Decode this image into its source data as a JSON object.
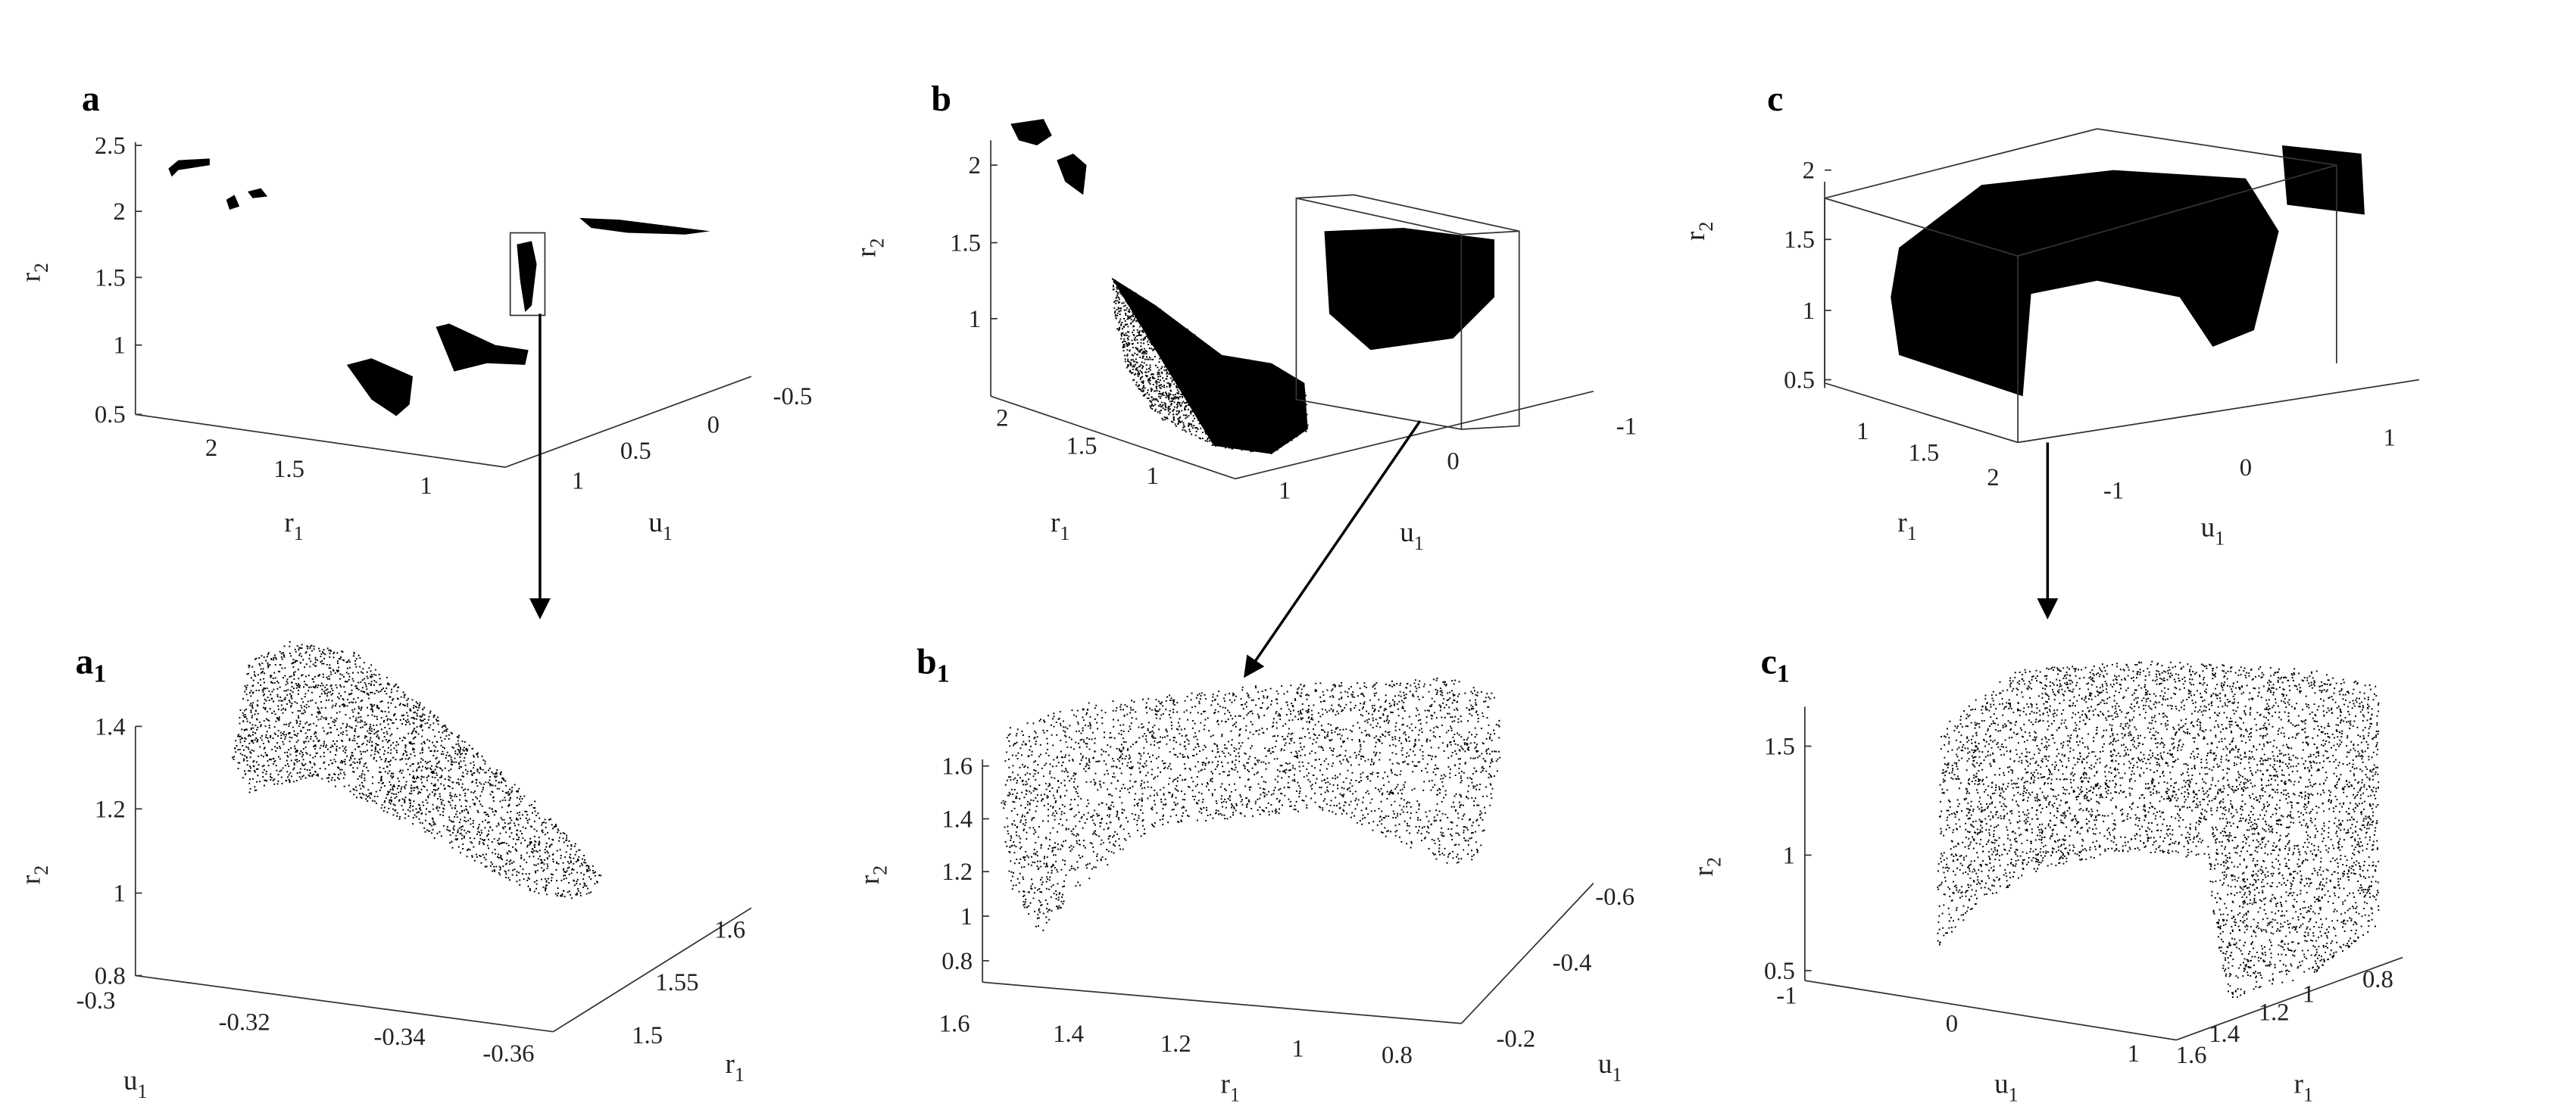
{
  "chart_data": [
    {
      "type": "scatter",
      "panel": {
        "base": "a",
        "sub": ""
      },
      "xlabel": {
        "base": "r",
        "sub": "1"
      },
      "ylabel": {
        "base": "u",
        "sub": "1"
      },
      "zlabel": {
        "base": "r",
        "sub": "2"
      },
      "x_ticks": [
        "2",
        "1.5",
        "1"
      ],
      "y_ticks": [
        "1",
        "0.5",
        "0",
        "-0.5"
      ],
      "z_ticks": [
        "2.5",
        "2",
        "1.5",
        "1",
        "0.5"
      ],
      "zlim": [
        0.5,
        2.5
      ],
      "grid": false,
      "color": "#000000",
      "zoom_box": true
    },
    {
      "type": "scatter",
      "panel": {
        "base": "b",
        "sub": ""
      },
      "xlabel": {
        "base": "r",
        "sub": "1"
      },
      "ylabel": {
        "base": "u",
        "sub": "1"
      },
      "zlabel": {
        "base": "r",
        "sub": "2"
      },
      "x_ticks": [
        "2",
        "1.5",
        "1"
      ],
      "y_ticks": [
        "1",
        "0",
        "-1"
      ],
      "z_ticks": [
        "2",
        "1.5",
        "1"
      ],
      "grid": false,
      "color": "#000000",
      "zoom_box": true
    },
    {
      "type": "scatter",
      "panel": {
        "base": "c",
        "sub": ""
      },
      "xlabel": {
        "base": "r",
        "sub": "1"
      },
      "ylabel": {
        "base": "u",
        "sub": "1"
      },
      "zlabel": {
        "base": "r",
        "sub": "2"
      },
      "x_ticks": [
        "1",
        "1.5",
        "2"
      ],
      "y_ticks": [
        "-1",
        "0",
        "1"
      ],
      "z_ticks": [
        "2",
        "1.5",
        "1",
        "0.5"
      ],
      "grid": false,
      "color": "#000000",
      "zoom_box": true
    },
    {
      "type": "scatter",
      "panel": {
        "base": "a",
        "sub": "1"
      },
      "xlabel": {
        "base": "u",
        "sub": "1"
      },
      "ylabel": {
        "base": "r",
        "sub": "1"
      },
      "zlabel": {
        "base": "r",
        "sub": "2"
      },
      "x_ticks": [
        "-0.3",
        "-0.32",
        "-0.34",
        "-0.36"
      ],
      "y_ticks": [
        "1.5",
        "1.55",
        "1.6"
      ],
      "z_ticks": [
        "1.4",
        "1.2",
        "1",
        "0.8"
      ],
      "zlim": [
        0.8,
        1.4
      ],
      "grid": false,
      "color": "#000000"
    },
    {
      "type": "scatter",
      "panel": {
        "base": "b",
        "sub": "1"
      },
      "xlabel": {
        "base": "r",
        "sub": "1"
      },
      "ylabel": {
        "base": "u",
        "sub": "1"
      },
      "zlabel": {
        "base": "r",
        "sub": "2"
      },
      "x_ticks": [
        "1.6",
        "1.4",
        "1.2",
        "1",
        "0.8"
      ],
      "y_ticks": [
        "-0.2",
        "-0.4",
        "-0.6"
      ],
      "z_ticks": [
        "1.6",
        "1.4",
        "1.2",
        "1",
        "0.8"
      ],
      "grid": false,
      "color": "#000000"
    },
    {
      "type": "scatter",
      "panel": {
        "base": "c",
        "sub": "1"
      },
      "xlabel": {
        "base": "u",
        "sub": "1"
      },
      "ylabel": {
        "base": "r",
        "sub": "1"
      },
      "zlabel": {
        "base": "r",
        "sub": "2"
      },
      "x_ticks": [
        "-1",
        "0",
        "1"
      ],
      "y_ticks": [
        "1.6",
        "1.4",
        "1.2",
        "1",
        "0.8"
      ],
      "z_ticks": [
        "1.5",
        "1",
        "0.5"
      ],
      "grid": false,
      "color": "#000000"
    }
  ]
}
